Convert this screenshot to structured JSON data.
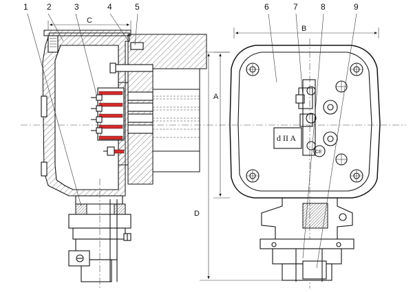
{
  "callouts": {
    "c1": "1",
    "c2": "2",
    "c3": "3",
    "c4": "4",
    "c5": "5",
    "c6": "6",
    "c7": "7",
    "c8": "8",
    "c9": "9"
  },
  "dimensions": {
    "a": "A",
    "b": "B",
    "c": "C",
    "d": "D"
  },
  "markings": {
    "ex_mark": "d II A",
    "cert_mark": "CE"
  }
}
